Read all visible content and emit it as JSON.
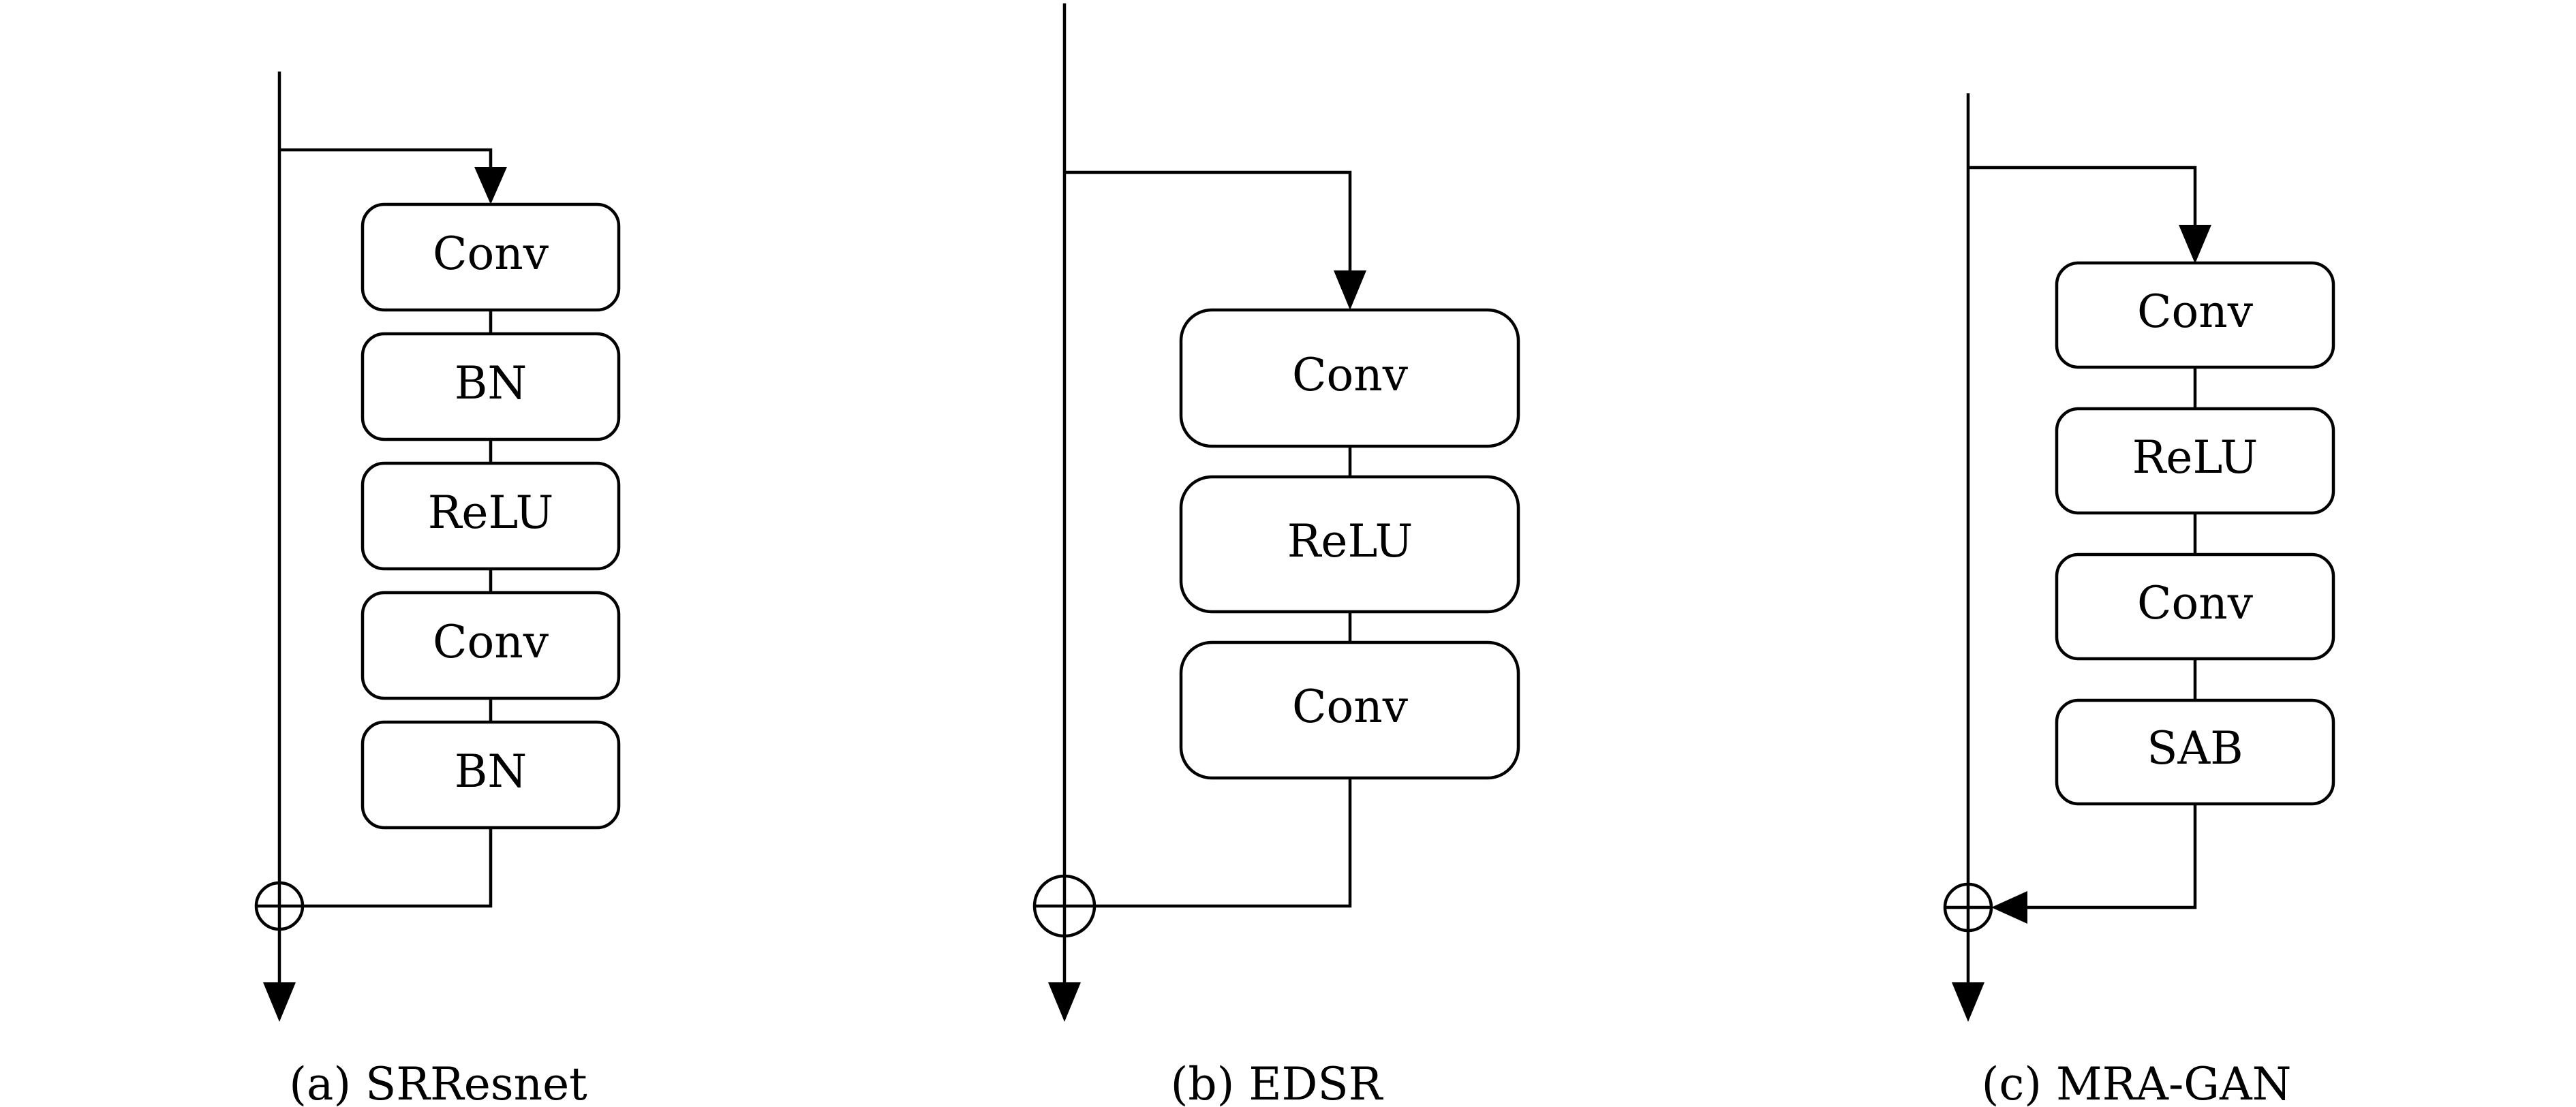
{
  "figure": {
    "panels": [
      {
        "id": "a",
        "caption": "(a) SRResnet",
        "blocks": [
          "Conv",
          "BN",
          "ReLU",
          "Conv",
          "BN"
        ],
        "skip_arrow_into_sum": false
      },
      {
        "id": "b",
        "caption": "(b) EDSR",
        "blocks": [
          "Conv",
          "ReLU",
          "Conv"
        ],
        "skip_arrow_into_sum": false
      },
      {
        "id": "c",
        "caption": "(c) MRA-GAN",
        "blocks": [
          "Conv",
          "ReLU",
          "Conv",
          "SAB"
        ],
        "skip_arrow_into_sum": true
      }
    ]
  }
}
